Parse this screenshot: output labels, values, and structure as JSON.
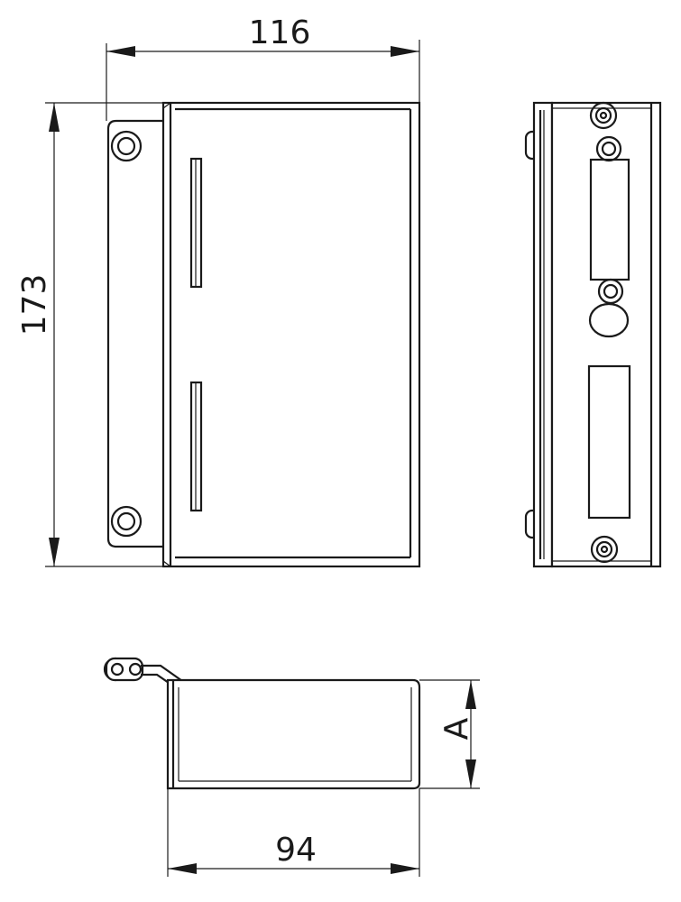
{
  "dimensions": {
    "width_top": "116",
    "height_left": "173",
    "depth_side": "A",
    "width_bottom": "94"
  },
  "colors": {
    "line": "#1a1a1a",
    "background": "#ffffff"
  }
}
